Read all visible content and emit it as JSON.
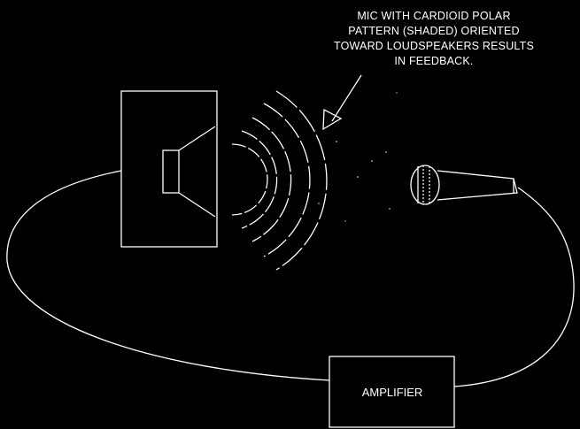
{
  "caption": {
    "lines": [
      "MIC WITH CARDIOID POLAR",
      "PATTERN (SHADED) ORIENTED",
      "TOWARD LOUDSPEAKERS RESULTS",
      "IN FEEDBACK."
    ]
  },
  "amplifier": {
    "label": "AMPLIFIER"
  },
  "colors": {
    "background": "#000000",
    "foreground": "#ffffff"
  }
}
